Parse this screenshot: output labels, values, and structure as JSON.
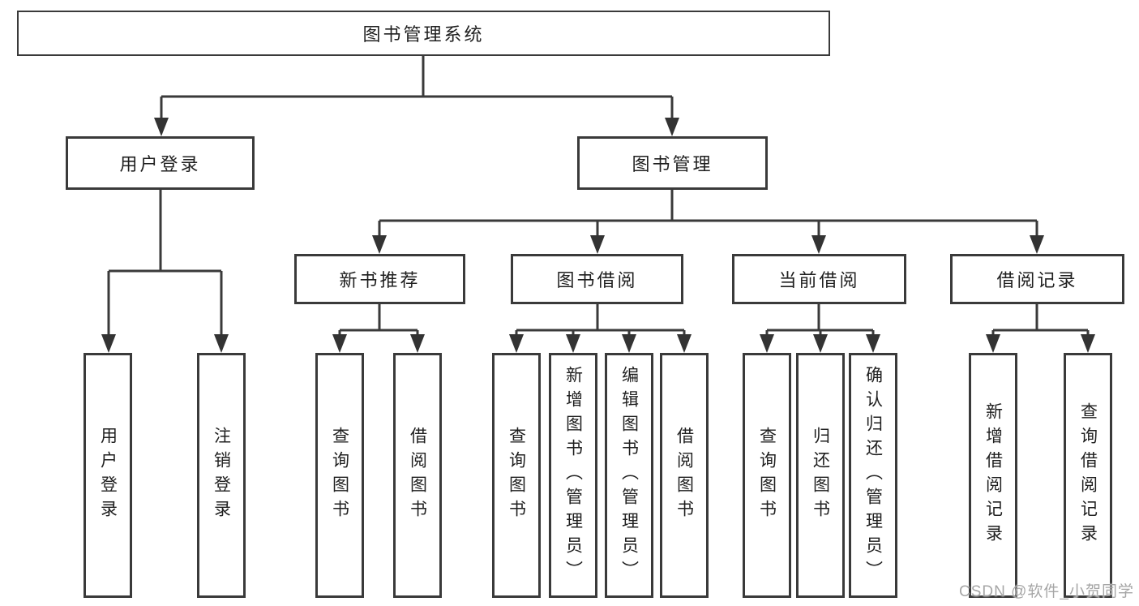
{
  "diagram": {
    "title": "图书管理系统",
    "nodes": {
      "root": "图书管理系统",
      "user_login": "用户登录",
      "book_management": "图书管理",
      "new_book_recommend": "新书推荐",
      "book_borrow": "图书借阅",
      "current_borrow": "当前借阅",
      "borrow_records": "借阅记录",
      "leaves": {
        "user_login": [
          "用户登录",
          "注销登录"
        ],
        "new_book_recommend": [
          "查询图书",
          "借阅图书"
        ],
        "book_borrow": [
          "查询图书",
          "新增图书（管理员）",
          "编辑图书（管理员）",
          "借阅图书"
        ],
        "current_borrow": [
          "查询图书",
          "归还图书",
          "确认归还（管理员）"
        ],
        "borrow_records": [
          "新增借阅记录",
          "查询借阅记录"
        ]
      }
    },
    "watermark": "CSDN @软件_小贺同学",
    "colors": {
      "line": "#3a3a3a",
      "arrow": "#333333",
      "text": "#1f1f1f",
      "watermark": "#a6a6a6",
      "background": "#ffffff"
    }
  }
}
